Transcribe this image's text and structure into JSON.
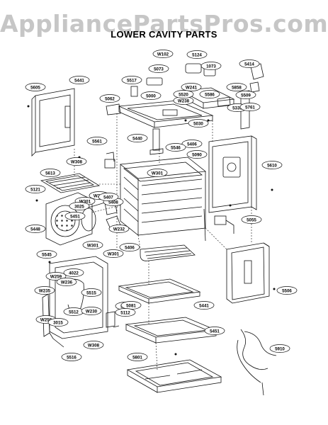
{
  "watermark": "AppliancePartsPros.com",
  "title": "LOWER CAVITY PARTS",
  "callouts": [
    "W102",
    "5124",
    "5073",
    "1073",
    "5414",
    "5517",
    "5000",
    "W238",
    "W241",
    "5858",
    "5509",
    "5605",
    "5441",
    "5062",
    "5520",
    "5586",
    "5335",
    "5761",
    "5440",
    "5030",
    "5561",
    "5406",
    "W308",
    "5546",
    "5090",
    "5613",
    "W301",
    "W233",
    "5408",
    "5407",
    "W301",
    "5121",
    "5451",
    "3025",
    "W232",
    "5448",
    "W301",
    "W301",
    "5406",
    "5561",
    "5610",
    "W259",
    "4022",
    "W236",
    "W235",
    "5515",
    "5512",
    "W230",
    "W259",
    "3015",
    "5545",
    "5441",
    "5081",
    "5112",
    "5451",
    "5910",
    "W308",
    "5516",
    "5801",
    "5506",
    "5055"
  ]
}
